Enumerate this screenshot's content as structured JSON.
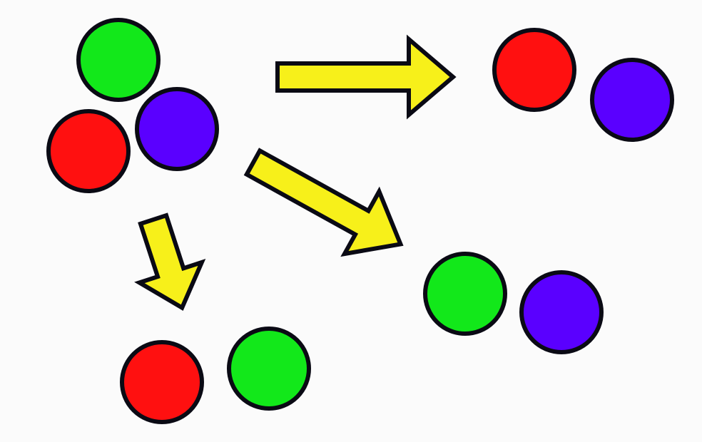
{
  "colors": {
    "background": "#fbfbfb",
    "outline": "#0a0a14",
    "arrow_fill": "#f7f01a",
    "red": "#ff1010",
    "green": "#12e81a",
    "blue": "#5a00ff"
  },
  "diagram": {
    "source_group": {
      "label": "",
      "balls": [
        "green",
        "blue",
        "red"
      ]
    },
    "result_groups": [
      {
        "direction": "right",
        "balls": [
          "red",
          "blue"
        ]
      },
      {
        "direction": "down-right",
        "balls": [
          "green",
          "blue"
        ]
      },
      {
        "direction": "down",
        "balls": [
          "red",
          "green"
        ]
      }
    ]
  }
}
